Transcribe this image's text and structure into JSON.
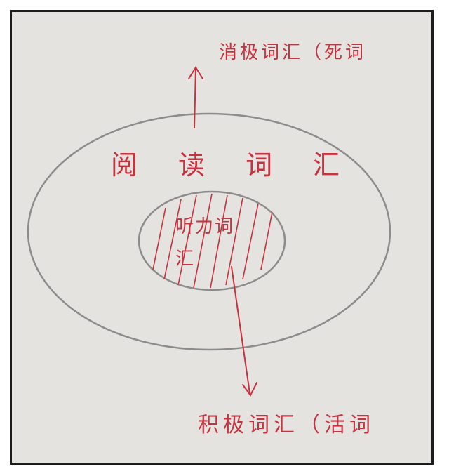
{
  "labels": {
    "passive_vocabulary": "消极词汇（死词",
    "reading_vocabulary": "阅读词汇",
    "listening_vocabulary": "听力词汇",
    "active_vocabulary": "积极词汇（活词"
  },
  "colors": {
    "paper": "#e4e3df",
    "frame": "#1c1c1c",
    "pencil": "#8c8c8c",
    "ink": "#c8323f"
  }
}
